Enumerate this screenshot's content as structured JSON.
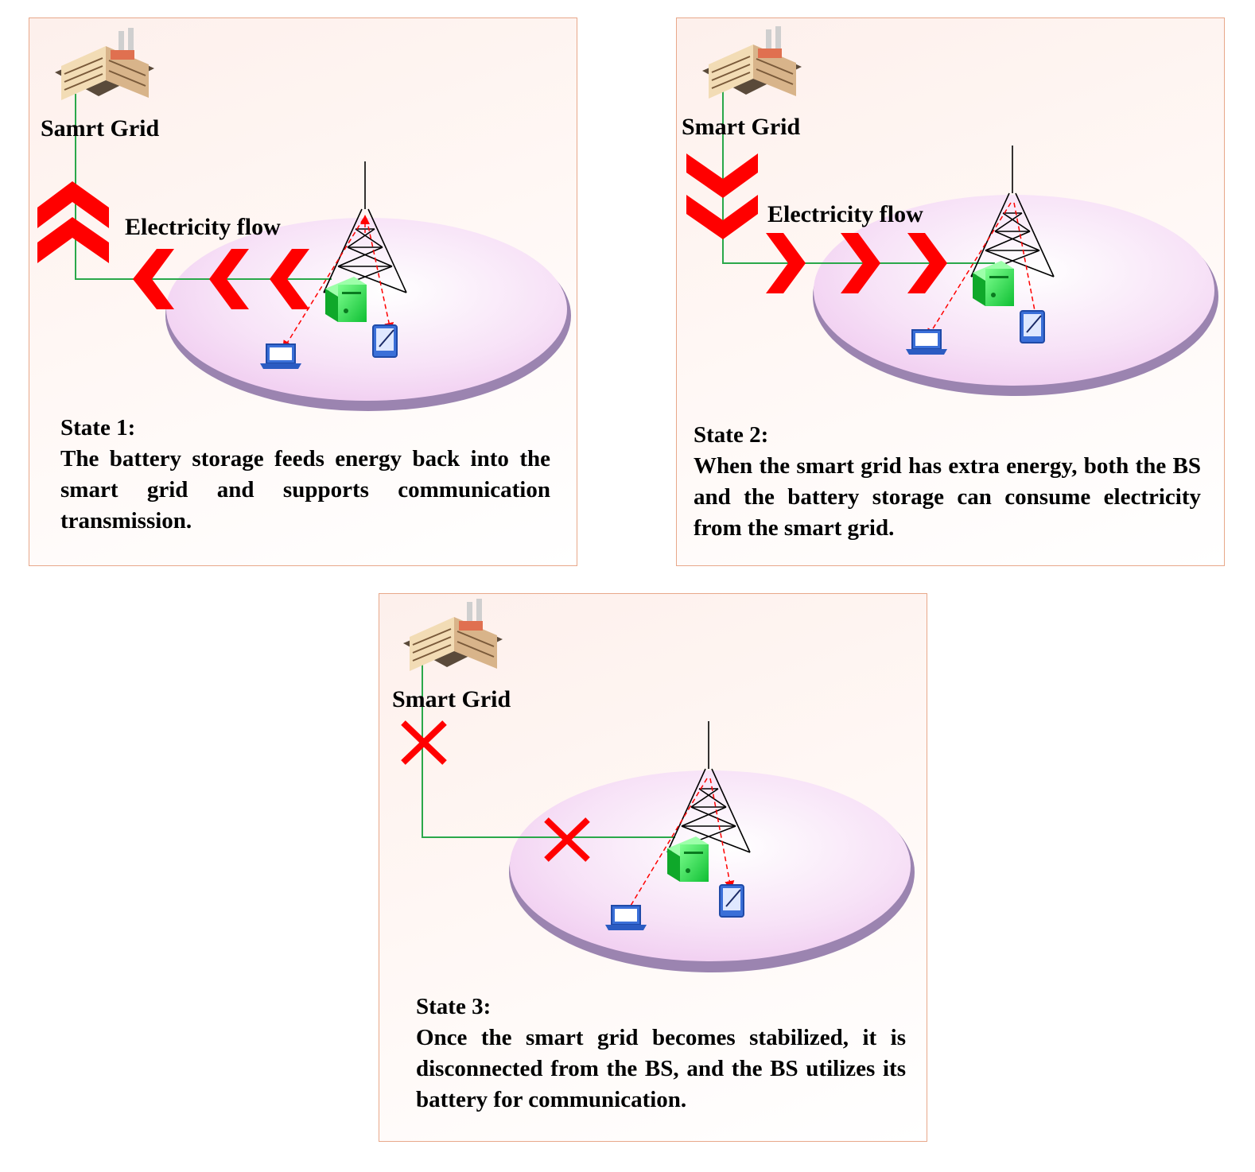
{
  "panels": [
    {
      "grid_label": "Samrt Grid",
      "flow_label": "Electricity flow",
      "state_title": "State 1:",
      "state_desc": "The battery storage feeds energy back into the smart grid and supports communication transmission."
    },
    {
      "grid_label": "Smart Grid",
      "flow_label": "Electricity flow",
      "state_title": "State 2:",
      "state_desc": "When the smart grid has extra energy, both the BS and the battery storage can consume electricity from the smart grid."
    },
    {
      "grid_label": "Smart Grid",
      "state_title": "State 3:",
      "state_desc": "Once the smart grid becomes stabilized, it is disconnected from the BS, and the BS utilizes its battery for communication."
    }
  ],
  "colors": {
    "panel_border": "#e8a88a",
    "power_line": "#2aa84a",
    "arrow_red": "#ff0000",
    "cell_fill": "#f4d8f4",
    "battery_green": "#22dd44",
    "device_blue": "#3a6fd8"
  },
  "icons": [
    "factory-icon",
    "tower-icon",
    "battery-icon",
    "laptop-icon",
    "tablet-icon",
    "chevron-icon",
    "cross-icon"
  ]
}
